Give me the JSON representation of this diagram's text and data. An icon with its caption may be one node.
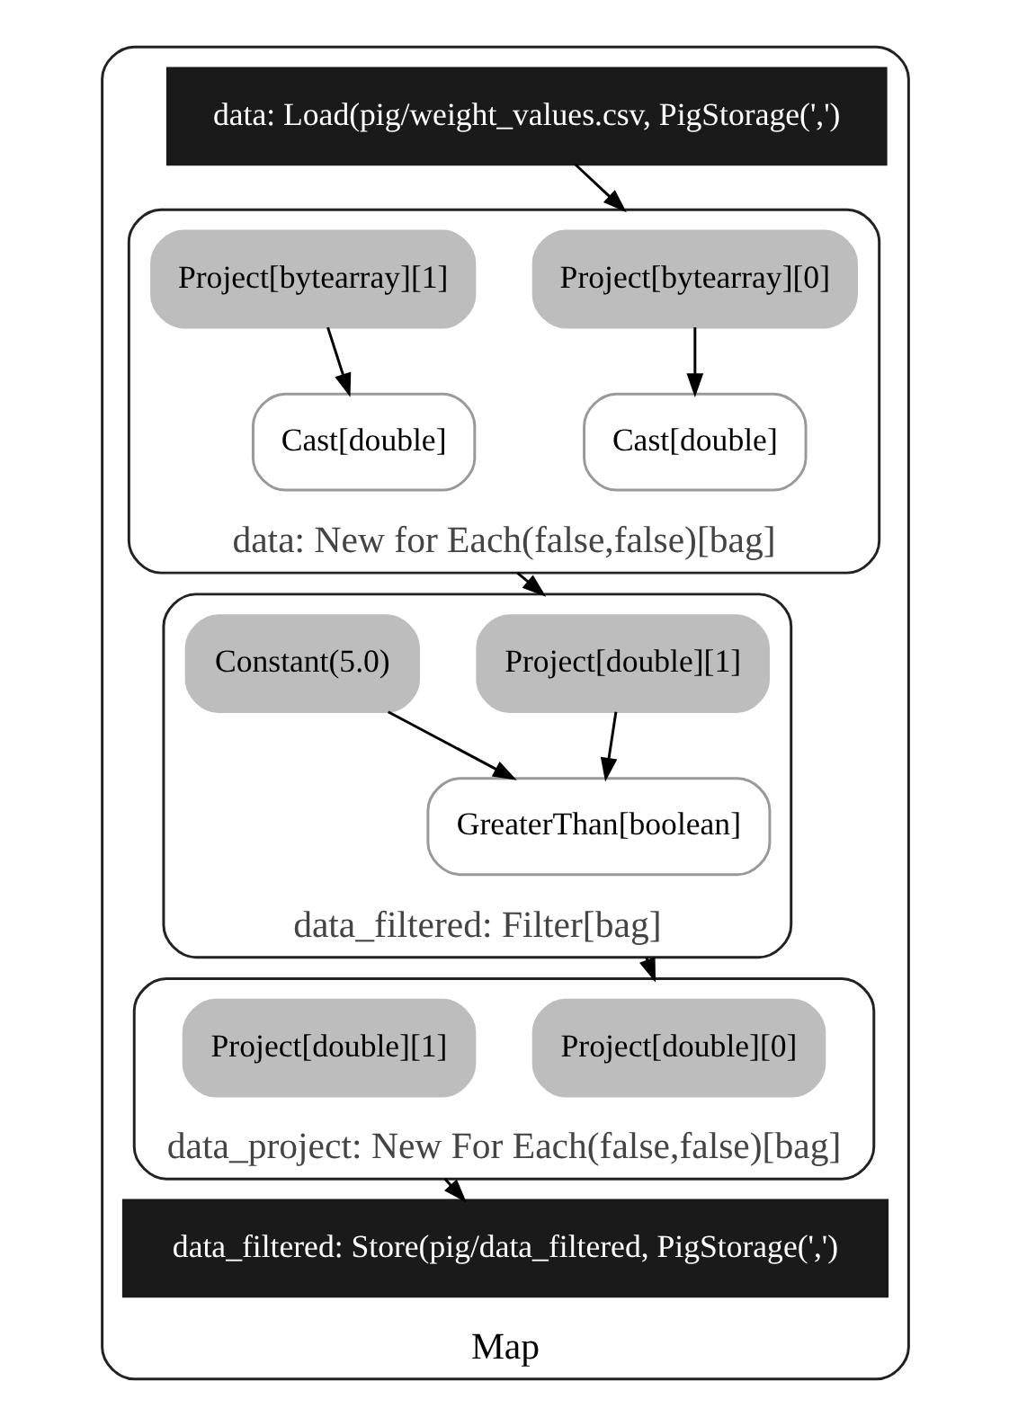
{
  "diagram": {
    "nodes": [
      {
        "text": [
          "Map"
        ]
      },
      {
        "text": [
          "data: Load(pig/weight_values.csv, PigStorage(',')"
        ],
        "in": 0
      },
      {
        "text": [
          "data: New for Each(false,false)[bag]"
        ],
        "in": 0
      },
      {
        "text": [
          "Project[bytearray][0]"
        ],
        "in": 2
      },
      {
        "text": [
          "Project[bytearray][1]"
        ],
        "in": 2
      },
      {
        "text": [
          "Cast[double]"
        ],
        "in": 2
      },
      {
        "text": [
          "Cast[double]"
        ],
        "in": 2
      },
      {
        "text": [
          "data_filtered: Filter[bag]"
        ],
        "in": 0
      },
      {
        "text": [
          "Project[double][1]"
        ],
        "in": 7
      },
      {
        "text": [
          "Constant(5.0)"
        ],
        "in": 7
      },
      {
        "text": [
          "GreaterThan[boolean]"
        ],
        "in": 7
      },
      {
        "text": [
          "data_project: New For Each(false,false)[bag]"
        ],
        "in": 0
      },
      {
        "text": [
          "Project[double][0]"
        ],
        "in": 11
      },
      {
        "text": [
          "Project[double][1]"
        ],
        "in": 11
      },
      {
        "text": [
          "data_filtered: Store(pig/data_filtered, PigStorage(',')"
        ],
        "in": 0
      }
    ],
    "edges": [
      {
        "from": 1,
        "to": 2,
        "arrow": "to"
      },
      {
        "from": 3,
        "to": 5,
        "arrow": "to"
      },
      {
        "from": 4,
        "to": 6,
        "arrow": "to"
      },
      {
        "from": 2,
        "to": 7,
        "arrow": "to"
      },
      {
        "from": 8,
        "to": 10,
        "arrow": "to"
      },
      {
        "from": 9,
        "to": 10,
        "arrow": "to"
      },
      {
        "from": 7,
        "to": 11,
        "arrow": "to"
      },
      {
        "from": 11,
        "to": 14,
        "arrow": "to"
      }
    ]
  }
}
